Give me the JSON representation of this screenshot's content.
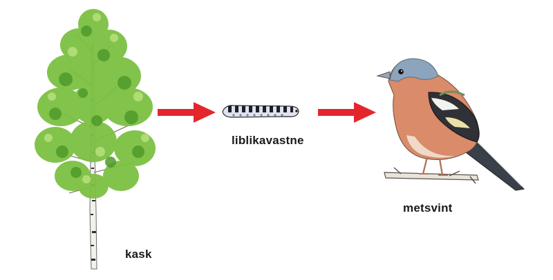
{
  "food_chain": {
    "organisms": [
      {
        "name": "kask",
        "icon": "birch-tree-icon"
      },
      {
        "name": "liblikavastne",
        "icon": "caterpillar-icon"
      },
      {
        "name": "metsvint",
        "icon": "chaffinch-bird-icon"
      }
    ],
    "arrow_color": "#e3262c",
    "arrow_icon": "arrow-right-icon"
  }
}
